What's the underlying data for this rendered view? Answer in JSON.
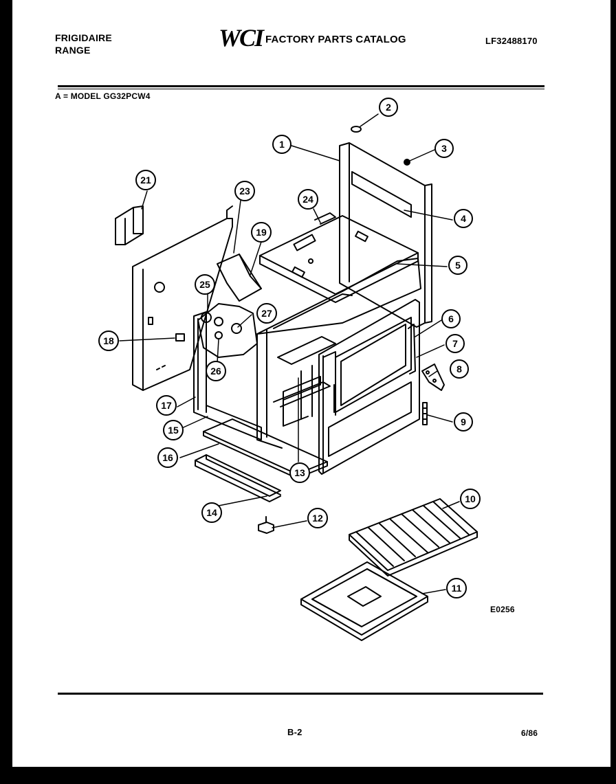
{
  "header": {
    "brand_line1": "FRIGIDAIRE",
    "brand_line2": "RANGE",
    "logo_text": "WCI",
    "catalog_title": "FACTORY PARTS CATALOG",
    "catalog_number": "LF32488170"
  },
  "model_line": "A = MODEL GG32PCW4",
  "diagram": {
    "code": "E0256",
    "callouts": [
      "1",
      "2",
      "3",
      "4",
      "5",
      "6",
      "7",
      "8",
      "9",
      "10",
      "11",
      "12",
      "13",
      "14",
      "15",
      "16",
      "17",
      "18",
      "19",
      "21",
      "23",
      "24",
      "25",
      "26",
      "27"
    ]
  },
  "footer": {
    "page": "B-2",
    "date": "6/86"
  }
}
